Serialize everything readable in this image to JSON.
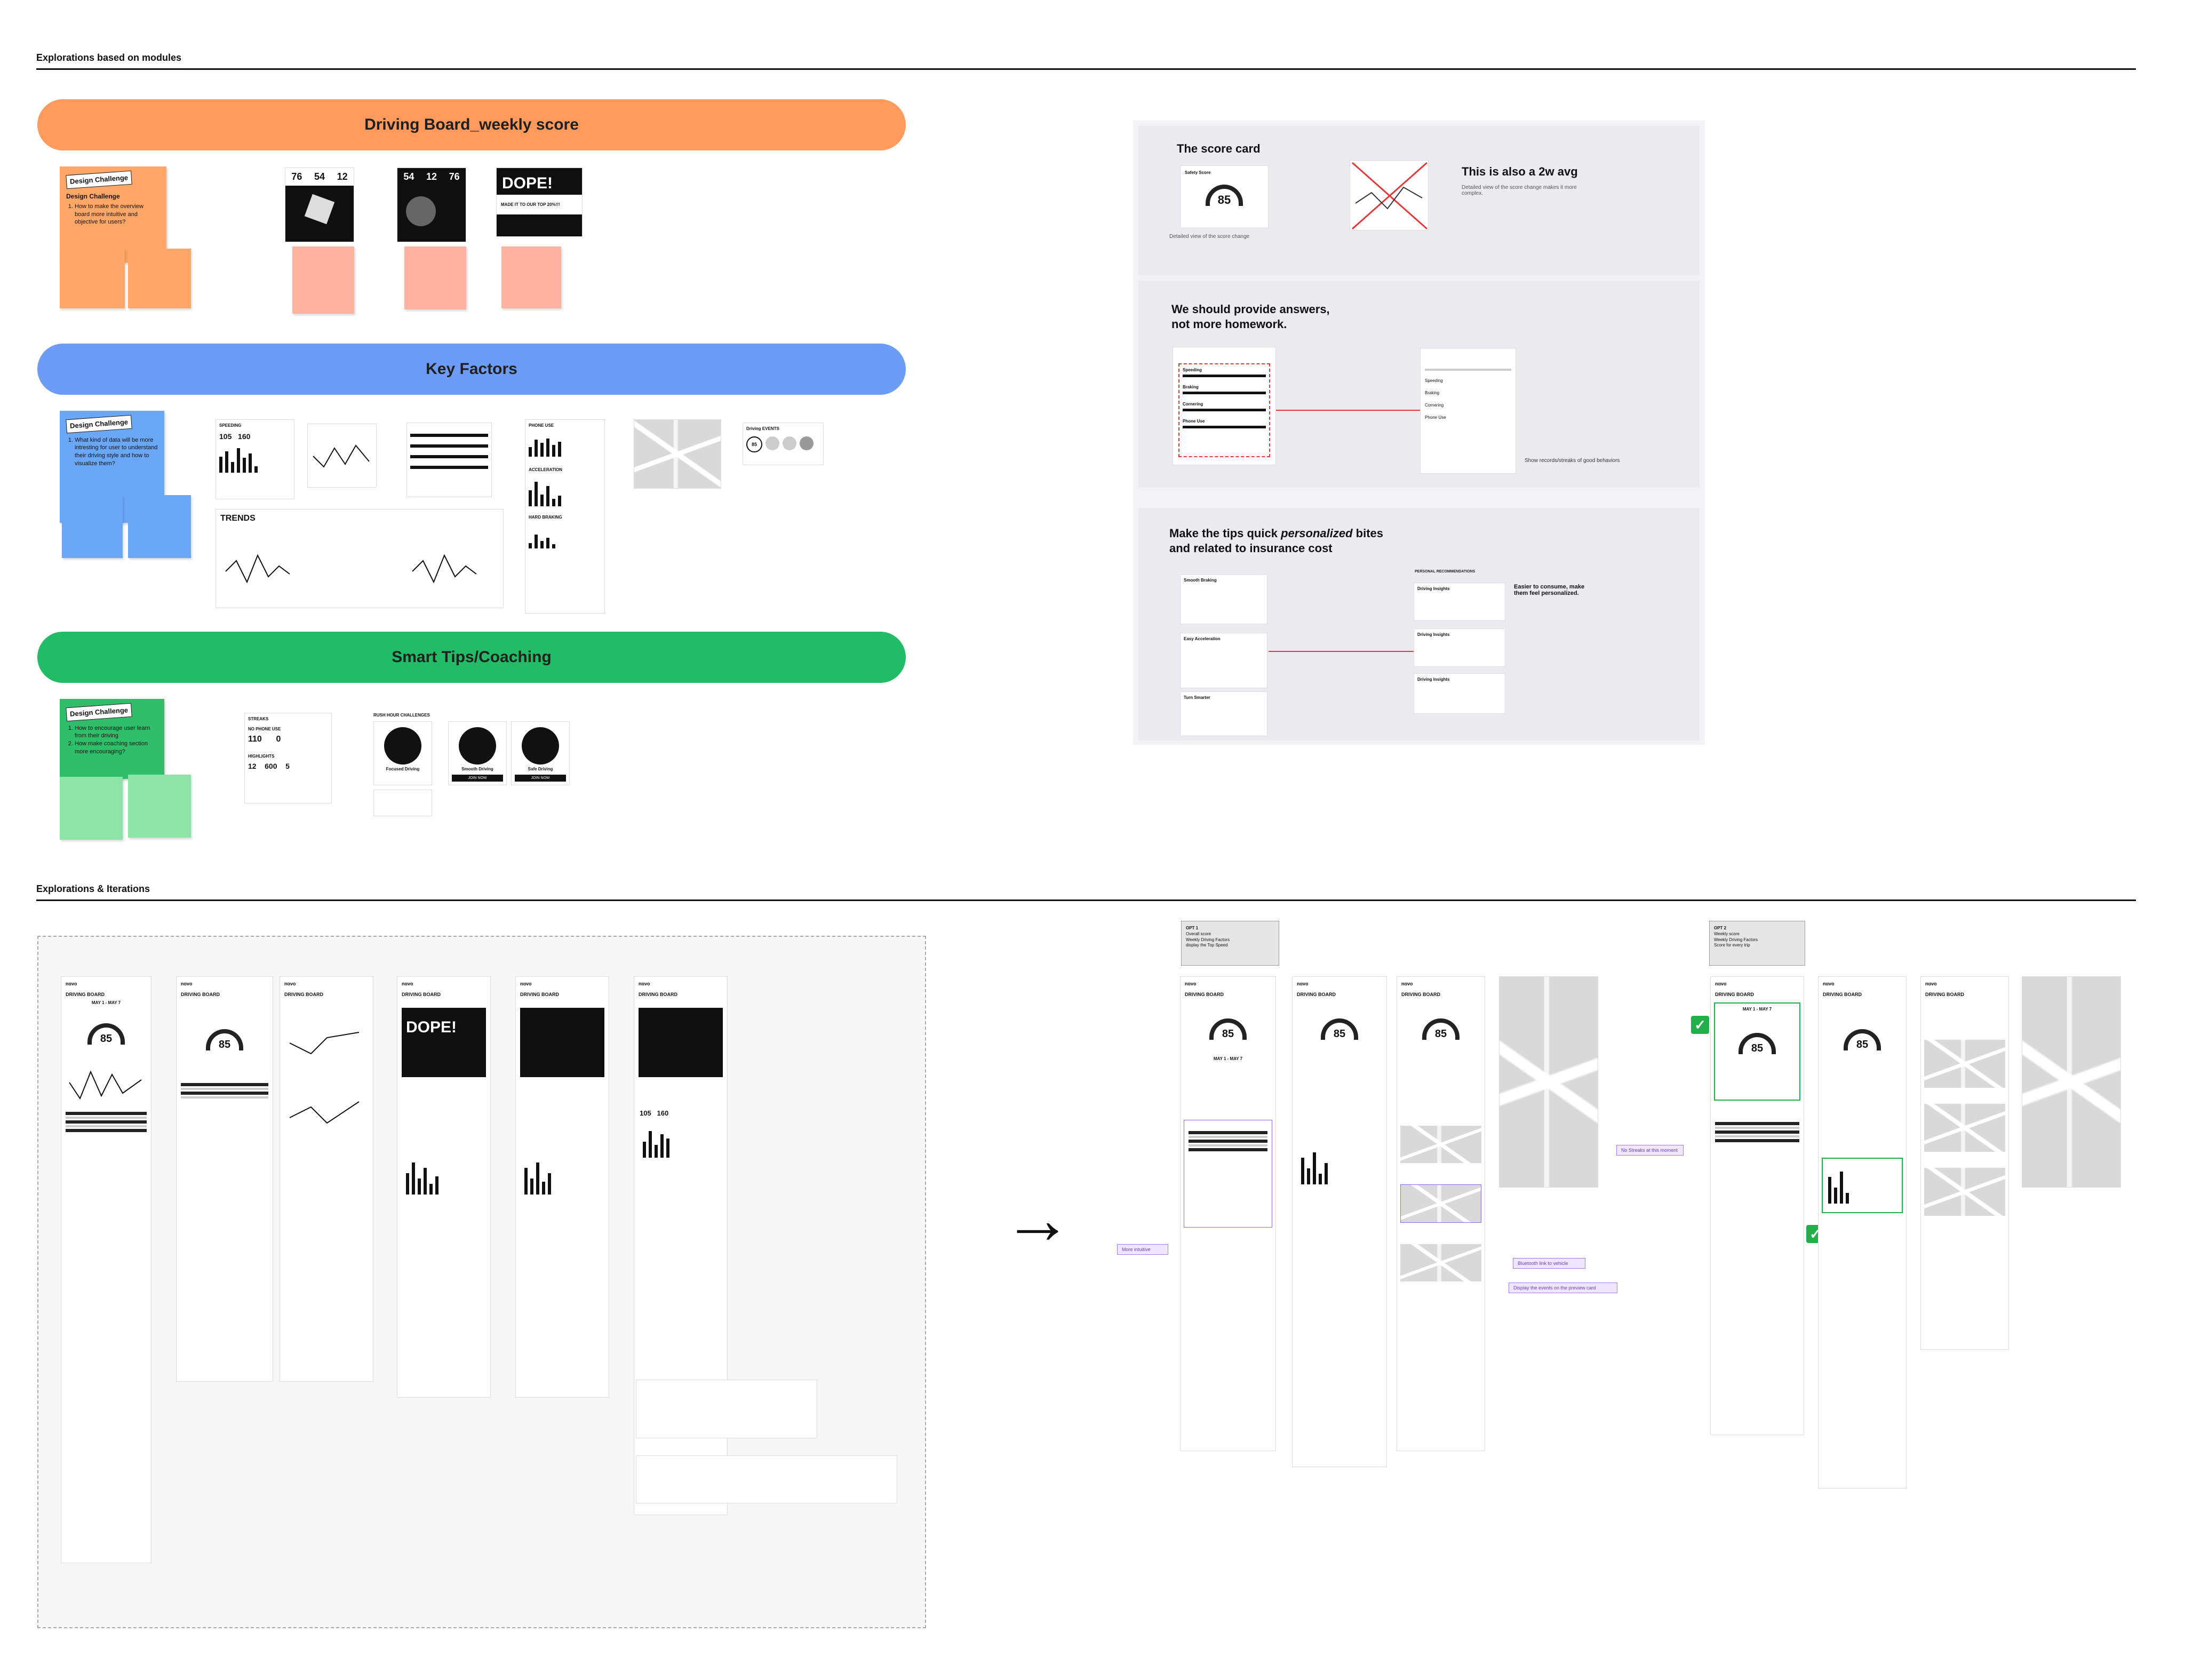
{
  "sections": {
    "modules_title": "Explorations based on modules",
    "iterations_title": "Explorations & Iterations"
  },
  "banners": {
    "driving_board": "Driving Board_weekly score",
    "key_factors": "Key Factors",
    "smart_tips": "Smart Tips/Coaching"
  },
  "colors": {
    "orange": "#ff9a5c",
    "blue": "#6d9cf5",
    "green": "#22bb66",
    "sticky_orange": "#ffa766",
    "sticky_pink": "#ffb4a2",
    "sticky_blue": "#6aa8f7",
    "sticky_green": "#2fbf6a",
    "sticky_lightgreen": "#8fe3a6"
  },
  "challenges": {
    "tag": "Design Challenge",
    "driving": {
      "heading": "Design Challenge",
      "items": [
        "How to make the overview board more intuitive and objective for users?"
      ]
    },
    "key_factors": {
      "items": [
        "What kind of data will be more intresting for user to understand their driving style and how to visualize them?"
      ]
    },
    "smart_tips": {
      "items": [
        "How to encourage user learn from their driving",
        "How make coaching section more encouraging?"
      ]
    }
  },
  "driving_cards": {
    "card1": {
      "v1": "76",
      "v2": "54",
      "v3": "12"
    },
    "card2": {
      "v1": "54",
      "v2": "12",
      "v3": "76"
    },
    "card3": {
      "headline": "DOPE!",
      "sub": "MADE IT TO OUR TOP 20%!!!"
    }
  },
  "key_factor_cards": {
    "speeding": {
      "title": "SPEEDING",
      "v1": "105",
      "v2": "160"
    },
    "trends": "TRENDS",
    "phone_use": "PHONE USE",
    "acceleration": "ACCELERATION",
    "hard_braking": "HARD BRAKING",
    "driving_events": "Driving EVENTS",
    "event_score": "85"
  },
  "smart_tip_cards": {
    "streaks": "STREAKS",
    "no_phone_use": "NO PHONE USE",
    "streak_values": [
      "110",
      "0"
    ],
    "highlights": "HIGHLIGHTS",
    "highlight_values": [
      "12",
      "600",
      "5"
    ],
    "rush_hour": "RUSH HOUR CHALLENGES",
    "badges": [
      "Focused Driving",
      "Smooth Driving",
      "Safe Driving"
    ],
    "join": "JOIN NOW"
  },
  "right_panel": {
    "score_card_title": "The score card",
    "score_card_label": "Safety Score",
    "score_value": "85",
    "score_caption": "Detailed view of the score change",
    "avg_title": "This is also a 2w avg",
    "avg_caption": "Detailed view of the score change makes it more complex.",
    "answers_title_1": "We should provide answers,",
    "answers_title_2": "not more homework.",
    "factors": [
      "Speeding",
      "Braking",
      "Cornering",
      "Phone Use"
    ],
    "records_caption": "Show records/streaks of good behaviors",
    "tips_title_1a": "Make the tips quick ",
    "tips_title_1b": "personalized",
    "tips_title_1c": " bites",
    "tips_title_2": "and related to insurance cost",
    "tips_left": [
      "Smooth Braking",
      "Easy Acceleration",
      "Turn Smarter"
    ],
    "tips_right": [
      "Driving Insights",
      "Driving Insights",
      "Driving Insights"
    ],
    "tips_caption": "Easier to consume, make them feel personalized.",
    "personal_recs": "PERSONAL RECOMMENDATIONS"
  },
  "iterations": {
    "phone_title": "DRIVING BOARD",
    "week": "MAY 1 - MAY 7",
    "score": "85",
    "dope": "DOPE!",
    "speed_vals": [
      "105",
      "160"
    ],
    "arrow": "→",
    "opt1": {
      "title": "OPT 1",
      "lines": [
        "Overall score",
        "Weekly Driving Factors",
        "display the Top Speed"
      ]
    },
    "opt2": {
      "title": "OPT 2",
      "lines": [
        "Weekly score",
        "Weekly Driving Factors",
        "Score for every trip"
      ]
    },
    "notes": {
      "more_intuitive": "More intuitive",
      "bluetooth": "Bluetooth link to vehicle",
      "display_events": "Display the events on the preview card",
      "no_streaks": "No Streaks at this moment"
    }
  }
}
